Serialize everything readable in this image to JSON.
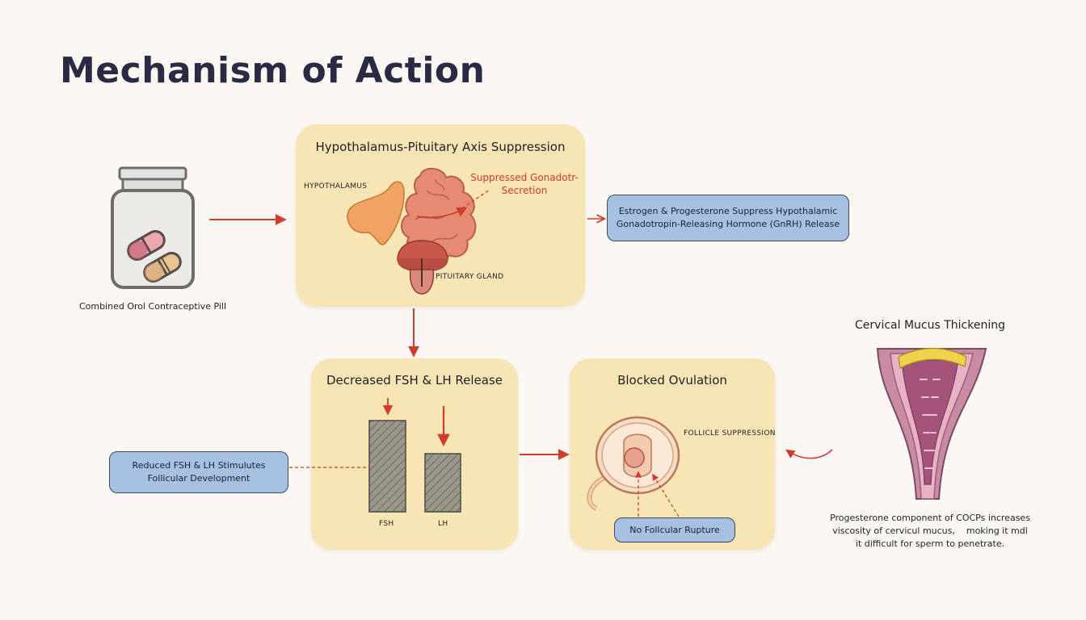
{
  "page": {
    "title": "Mechanism of Action"
  },
  "pill": {
    "caption": "Combined Orol Contraceptive Pill"
  },
  "axis_panel": {
    "title": "Hypothalamus-Pituitary Axis Suppression",
    "hypothalamus_label": "HYPOTHALAMUS",
    "pituitary_label": "PITUITARY GLAND",
    "suppressed_line1": "Suppressed Gonadotr-",
    "suppressed_line2": "Secretion"
  },
  "gnrh_note": {
    "line1": "Estrogen & Progesterone Suppress Hypothalamic",
    "line2": "Gonadotropin-Releasing Hormone (GnRH) Release"
  },
  "fsh_panel": {
    "title": "Decreased FSH & LH Release",
    "fsh_label": "FSH",
    "lh_label": "LH"
  },
  "follicular_note": {
    "line1": "Reduced FSH & LH Stimulutes",
    "line2": "Follicular Development"
  },
  "ovulation_panel": {
    "title": "Blocked Ovulation",
    "follicle_label": "FOLLICLE SUPPRESSION",
    "rupture_note": "No Follcular Rupture"
  },
  "cervical": {
    "title": "Cervical Mucus Thickening",
    "desc_line1": "Progesterone component of COCPs increases",
    "desc_line2": "viscosity of cervicul mucus,    moking it mdl",
    "desc_line3": "it difficult for sperm to penetrate."
  },
  "colors": {
    "panel": "#f7e5b4",
    "note": "#a6c0e2",
    "arrow": "#d23a2c",
    "bar": "#9a968c"
  }
}
